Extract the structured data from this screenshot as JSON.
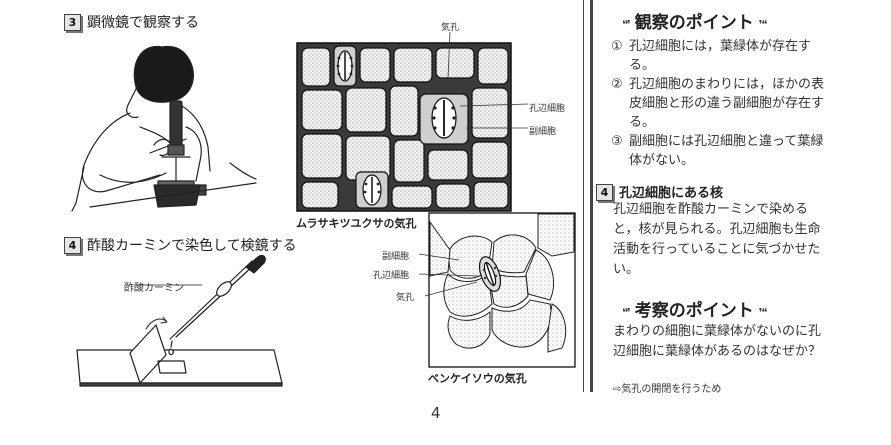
{
  "left": {
    "step3": {
      "num": "3",
      "title": "顕微鏡で観察する"
    },
    "step4": {
      "num": "4",
      "title": "酢酸カーミンで染色して検鏡する",
      "reagent_label": "酢酸カーミン"
    },
    "fig1": {
      "top_label": "気孔",
      "label_guard": "孔辺細胞",
      "label_subsidiary": "副細胞",
      "caption": "ムラサキツユクサの気孔"
    },
    "fig2": {
      "label_subsidiary": "副細胞",
      "label_guard": "孔辺細胞",
      "label_stoma": "気孔",
      "caption": "ベンケイソウの気孔"
    }
  },
  "right": {
    "obs": {
      "title": "観察のポイント",
      "items": [
        {
          "num": "①",
          "text": "孔辺細胞には，葉緑体が存在する。"
        },
        {
          "num": "②",
          "text": "孔辺細胞のまわりには，ほかの表皮細胞と形の違う副細胞が存在する。"
        },
        {
          "num": "③",
          "text": "副細胞には孔辺細胞と違って葉緑体がない。"
        }
      ]
    },
    "nucleus": {
      "num": "4",
      "title": "孔辺細胞にある核",
      "body": "孔辺細胞を酢酸カーミンで染めると，核が見られる。孔辺細胞も生命活動を行っていることに気づかせたい。"
    },
    "consider": {
      "title": "考察のポイント",
      "body": "まわりの細胞に葉緑体がないのに孔辺細胞に葉緑体があるのはなぜか？",
      "answer": "⇨気孔の開閉を行うため"
    },
    "ornament_left": "❛❛❜",
    "ornament_right": "❜❛❛"
  },
  "page_number": "4"
}
